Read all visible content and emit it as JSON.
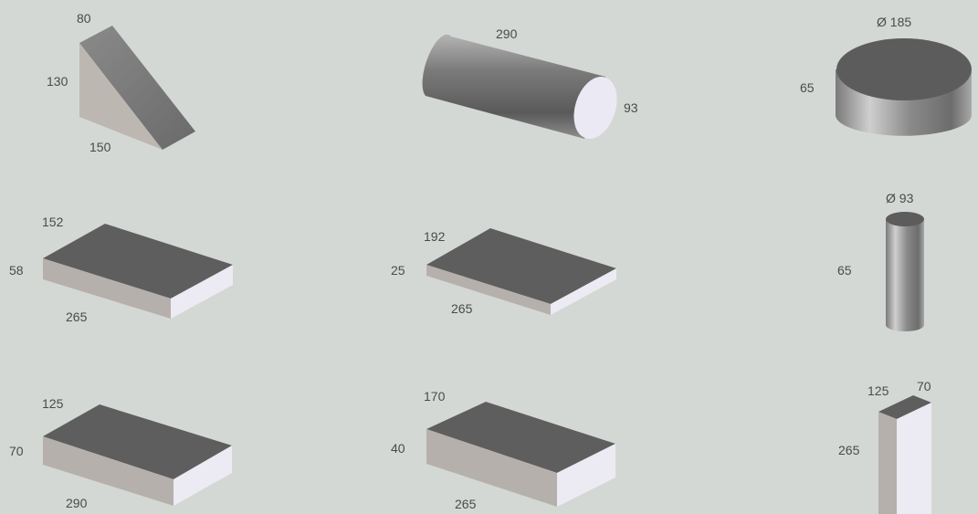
{
  "colors": {
    "background": "#d4d8d4",
    "top_face": "#5e5e5e",
    "front_face": "#b8b2ae",
    "end_face": "#ecebf3",
    "label": "#4a4a4a"
  },
  "shapes": [
    {
      "id": "wedge",
      "type": "triangular-prism",
      "dims": {
        "height": "130",
        "depth": "80",
        "length": "150"
      }
    },
    {
      "id": "long-cylinder",
      "type": "cylinder",
      "dims": {
        "length": "290",
        "diameter": "93"
      }
    },
    {
      "id": "short-disc",
      "type": "cylinder",
      "dims": {
        "diameter": "Ø 185",
        "height": "65"
      }
    },
    {
      "id": "slab-1",
      "type": "box",
      "dims": {
        "depth": "152",
        "height": "58",
        "length": "265"
      }
    },
    {
      "id": "slab-2",
      "type": "box",
      "dims": {
        "depth": "192",
        "height": "25",
        "length": "265"
      }
    },
    {
      "id": "rod",
      "type": "cylinder",
      "dims": {
        "diameter": "Ø 93",
        "height": "65"
      }
    },
    {
      "id": "block-1",
      "type": "box",
      "dims": {
        "depth": "125",
        "height": "70",
        "length": "290"
      }
    },
    {
      "id": "block-2",
      "type": "box",
      "dims": {
        "depth": "170",
        "height": "40",
        "length": "265"
      }
    },
    {
      "id": "upright-block",
      "type": "box",
      "dims": {
        "depth": "125",
        "width": "70",
        "height": "265"
      }
    }
  ]
}
